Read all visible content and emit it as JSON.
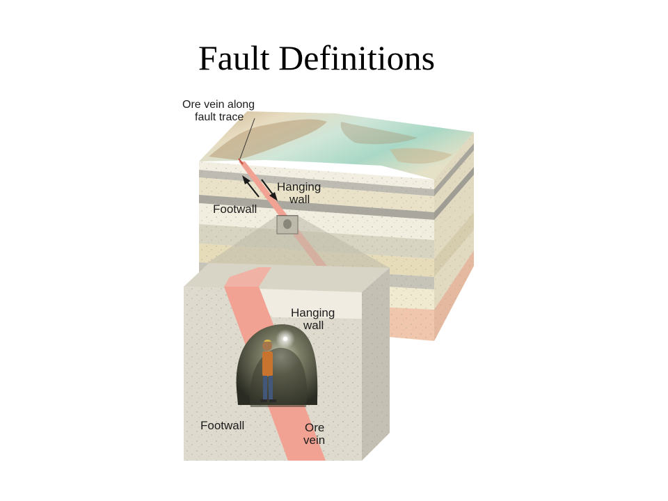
{
  "slide": {
    "title": "Fault Definitions"
  },
  "diagram": {
    "labels": {
      "ore_vein_trace_line1": "Ore vein along",
      "ore_vein_trace_line2": "fault trace",
      "hanging_wall_top_line1": "Hanging",
      "hanging_wall_top_line2": "wall",
      "footwall_top": "Footwall",
      "hanging_wall_inset_line1": "Hanging",
      "hanging_wall_inset_line2": "wall",
      "footwall_inset": "Footwall",
      "ore_vein_inset_line1": "Ore",
      "ore_vein_inset_line2": "vein"
    },
    "colors": {
      "ore_vein": "#f2a293",
      "terrain_green": "#a8d9c4",
      "terrain_brown": "#c9b089",
      "rock_light": "#f2efe2",
      "rock_beige": "#e8dcbd",
      "rock_grey": "#b4b2a7",
      "rock_pink": "#f0c7ad"
    }
  }
}
